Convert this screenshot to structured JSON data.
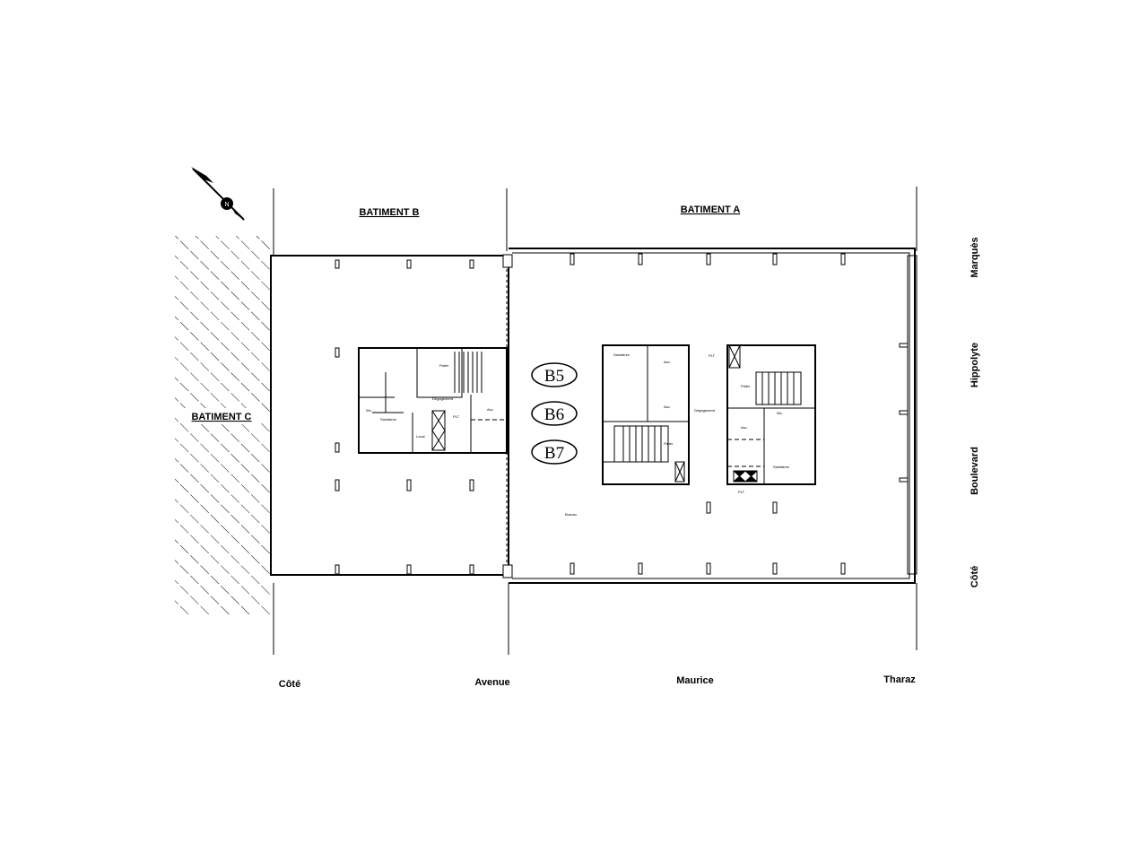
{
  "buildings": {
    "a": "BATIMENT A",
    "b": "BATIMENT B",
    "c": "BATIMENT C"
  },
  "units": [
    "B5",
    "B6",
    "B7"
  ],
  "streets": {
    "bottom": [
      "Côté",
      "Avenue",
      "Maurice",
      "Tharaz"
    ],
    "right": [
      "Marquès",
      "Hippolyte",
      "Boulevard",
      "Côté"
    ]
  },
  "rooms": {
    "bureau": "Bureau",
    "palier": "Palier",
    "degagement": "Dégagement",
    "asc": "Asc.",
    "wc": "Wc.",
    "sanitaires": "Sanitaires",
    "local": "Local",
    "plt": "PLT"
  },
  "compass": "N"
}
